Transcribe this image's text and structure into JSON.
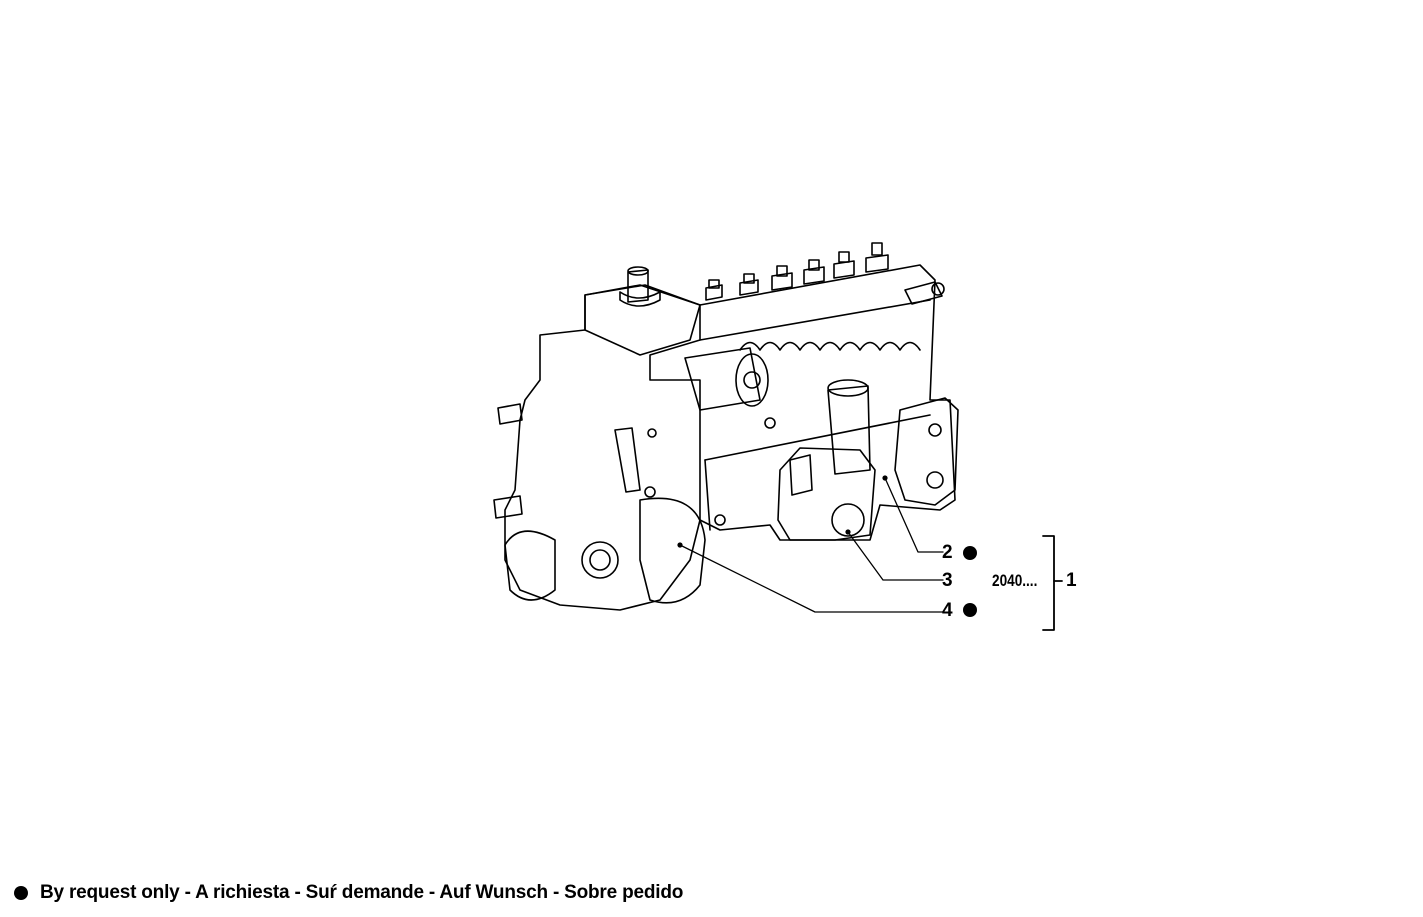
{
  "diagram": {
    "subject": "fuel injection pump assembly line drawing",
    "callouts": [
      {
        "number": "2",
        "by_request_only": true
      },
      {
        "number": "3",
        "by_request_only": false
      },
      {
        "number": "4",
        "by_request_only": true
      }
    ],
    "group_reference": "2040....",
    "group_item": "1"
  },
  "legend": {
    "symbol": "filled-circle",
    "text": "By request only - A richiesta - Suŕ demande - Auf Wunsch - Sobre pedido"
  }
}
